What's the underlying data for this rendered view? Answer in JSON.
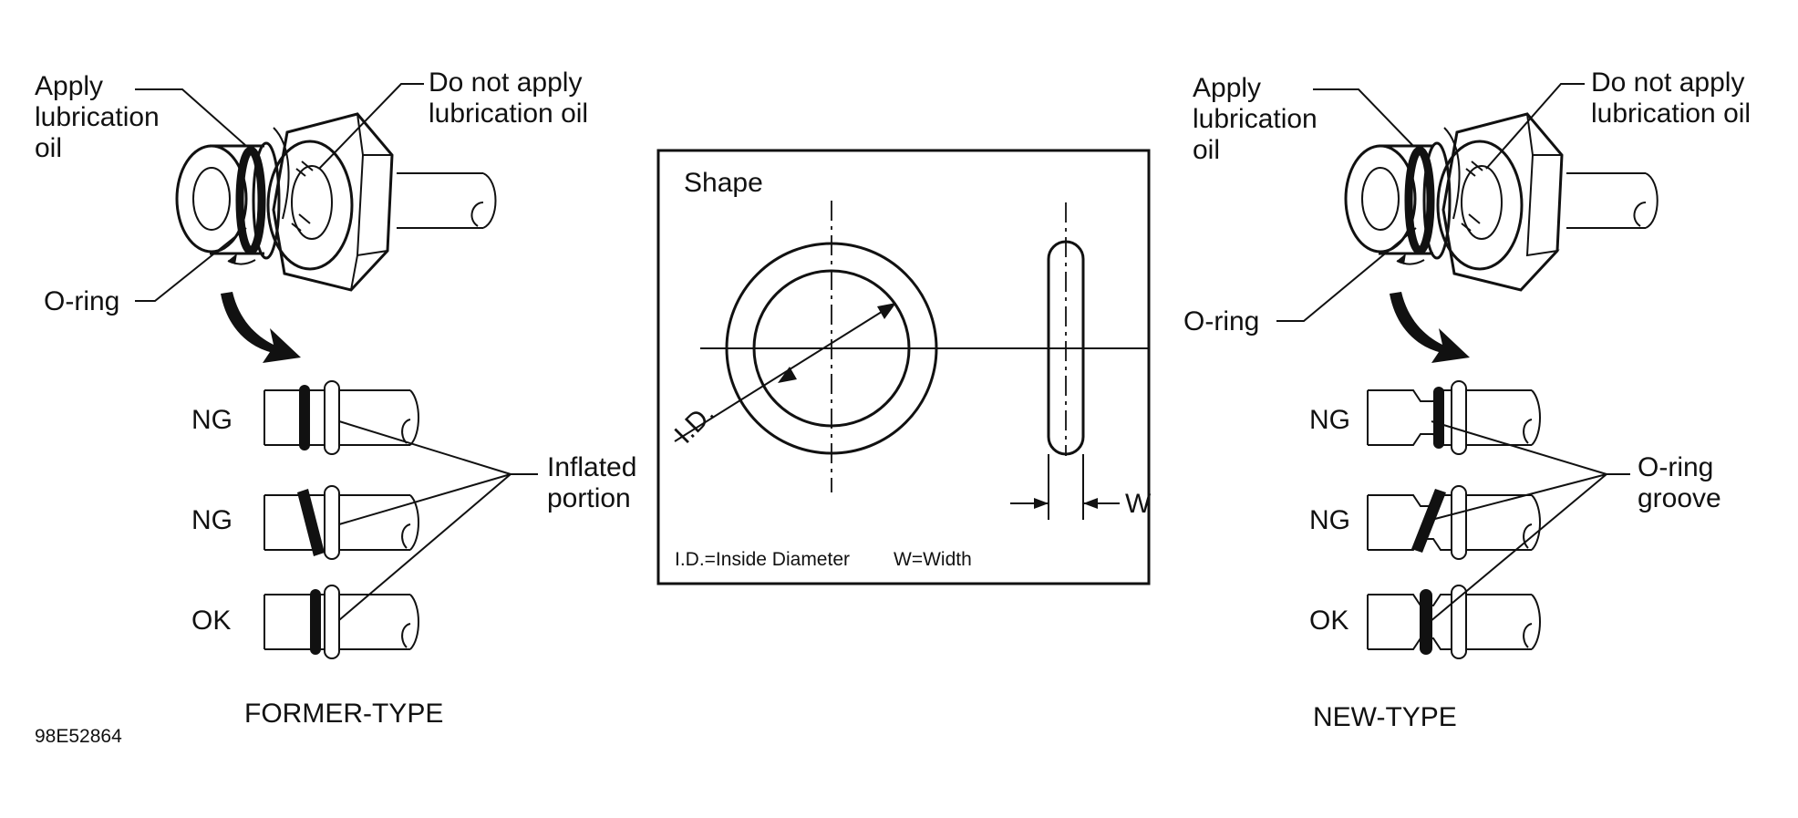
{
  "figure_id": "98E52864",
  "former": {
    "title": "FORMER-TYPE",
    "apply_label": [
      "Apply",
      "lubrication",
      "oil"
    ],
    "no_apply_label": [
      "Do not apply",
      "lubrication oil"
    ],
    "oring_label": "O-ring",
    "rows": [
      "NG",
      "NG",
      "OK"
    ],
    "callout": [
      "Inflated",
      "portion"
    ]
  },
  "newtype": {
    "title": "NEW-TYPE",
    "apply_label": [
      "Apply",
      "lubrication",
      "oil"
    ],
    "no_apply_label": [
      "Do not apply",
      "lubrication oil"
    ],
    "oring_label": "O-ring",
    "rows": [
      "NG",
      "NG",
      "OK"
    ],
    "callout": [
      "O-ring",
      "groove"
    ]
  },
  "shape_box": {
    "title": "Shape",
    "id_label": "I.D.",
    "w_label": "W",
    "legend_id": "I.D.=Inside Diameter",
    "legend_w": "W=Width"
  }
}
